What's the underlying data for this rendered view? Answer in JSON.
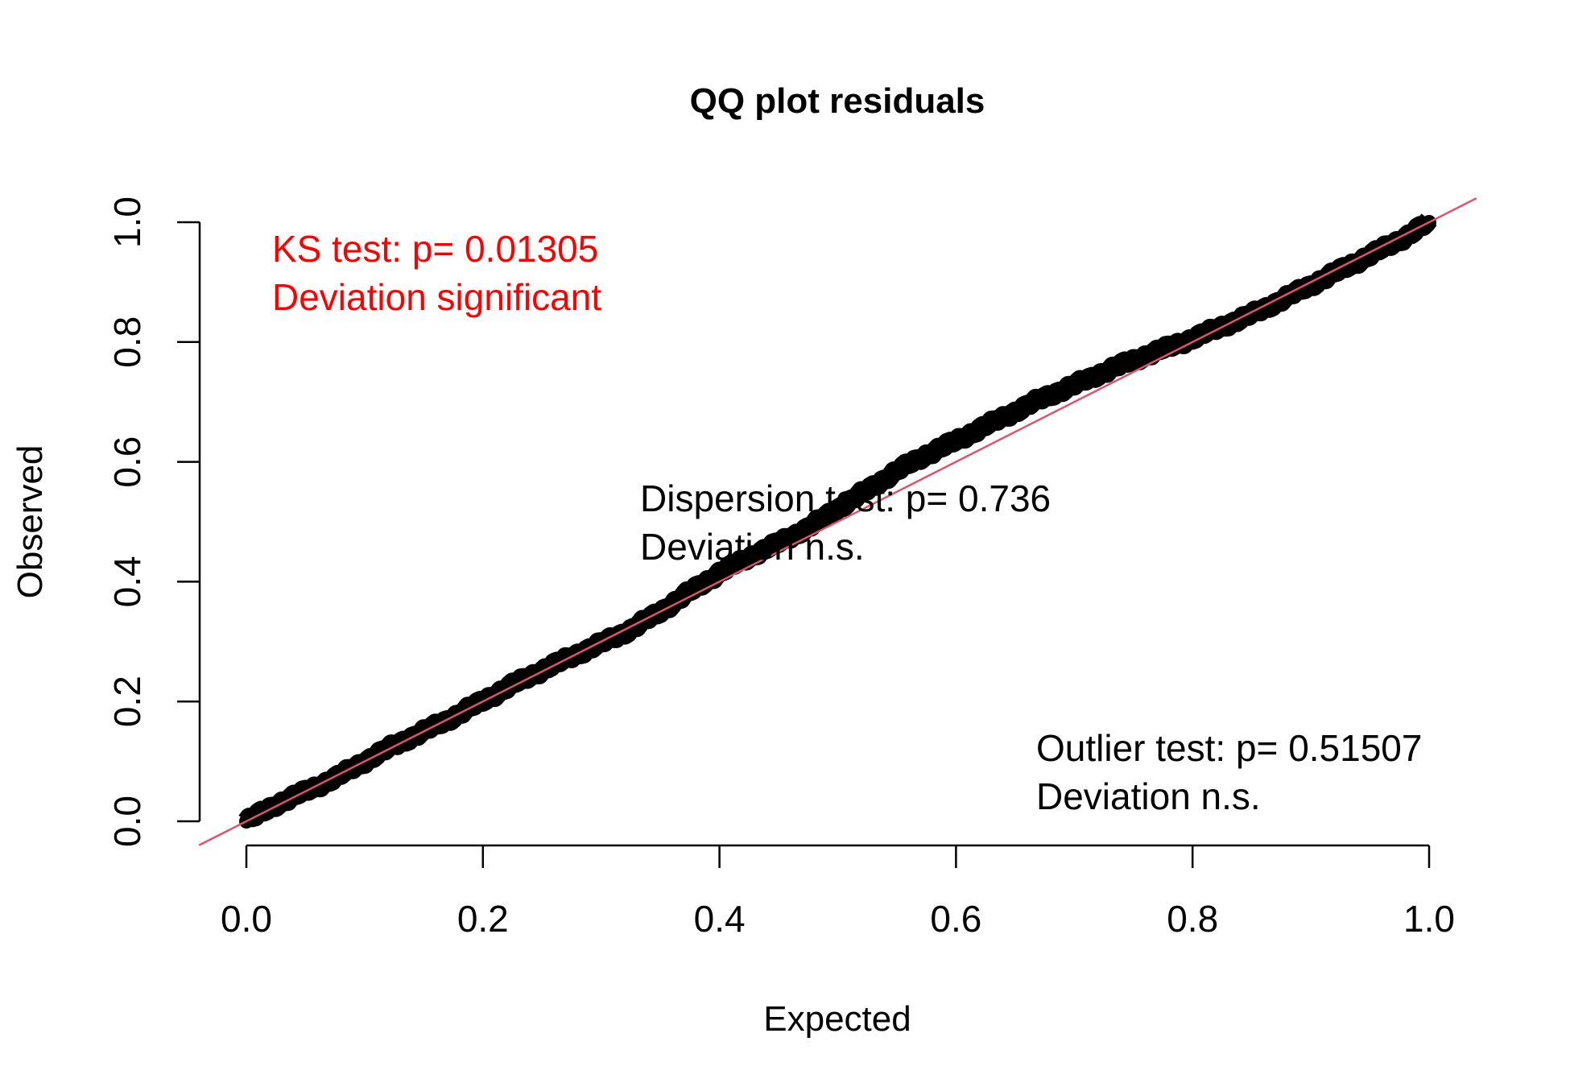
{
  "chart_data": {
    "type": "scatter",
    "title": "QQ plot residuals",
    "xlabel": "Expected",
    "ylabel": "Observed",
    "xlim": [
      0,
      1
    ],
    "ylim": [
      0,
      1
    ],
    "x_ticks": [
      "0.0",
      "0.2",
      "0.4",
      "0.6",
      "0.8",
      "1.0"
    ],
    "y_ticks": [
      "0.0",
      "0.2",
      "0.4",
      "0.6",
      "0.8",
      "1.0"
    ],
    "grid": false,
    "series": [
      {
        "points_color": "#000000",
        "x": [
          0.0,
          0.025,
          0.05,
          0.075,
          0.1,
          0.125,
          0.15,
          0.175,
          0.2,
          0.225,
          0.25,
          0.275,
          0.3,
          0.325,
          0.35,
          0.375,
          0.4,
          0.425,
          0.45,
          0.475,
          0.5,
          0.525,
          0.55,
          0.575,
          0.6,
          0.625,
          0.65,
          0.675,
          0.7,
          0.725,
          0.75,
          0.775,
          0.8,
          0.825,
          0.85,
          0.875,
          0.9,
          0.925,
          0.95,
          0.975,
          1.0
        ],
        "y": [
          0.0,
          0.028,
          0.05,
          0.072,
          0.1,
          0.127,
          0.15,
          0.174,
          0.201,
          0.228,
          0.252,
          0.275,
          0.297,
          0.32,
          0.35,
          0.383,
          0.415,
          0.441,
          0.465,
          0.49,
          0.522,
          0.553,
          0.585,
          0.612,
          0.635,
          0.66,
          0.684,
          0.708,
          0.728,
          0.75,
          0.77,
          0.788,
          0.806,
          0.826,
          0.846,
          0.87,
          0.895,
          0.92,
          0.945,
          0.97,
          1.0
        ]
      },
      {
        "name_color": "#DF536B",
        "type": "reference-line",
        "x": [
          -0.04,
          1.04
        ],
        "y": [
          -0.04,
          1.04
        ]
      }
    ],
    "annotations": [
      {
        "line1": "KS test: p= 0.01305",
        "line2": "Deviation  significant",
        "color": "#FF0000"
      },
      {
        "line1": "Dispersion test: p= 0.736",
        "line2": "Deviation  n.s.",
        "color": "#000000"
      },
      {
        "line1": "Outlier test: p= 0.51507",
        "line2": "Deviation  n.s.",
        "color": "#000000"
      }
    ]
  }
}
